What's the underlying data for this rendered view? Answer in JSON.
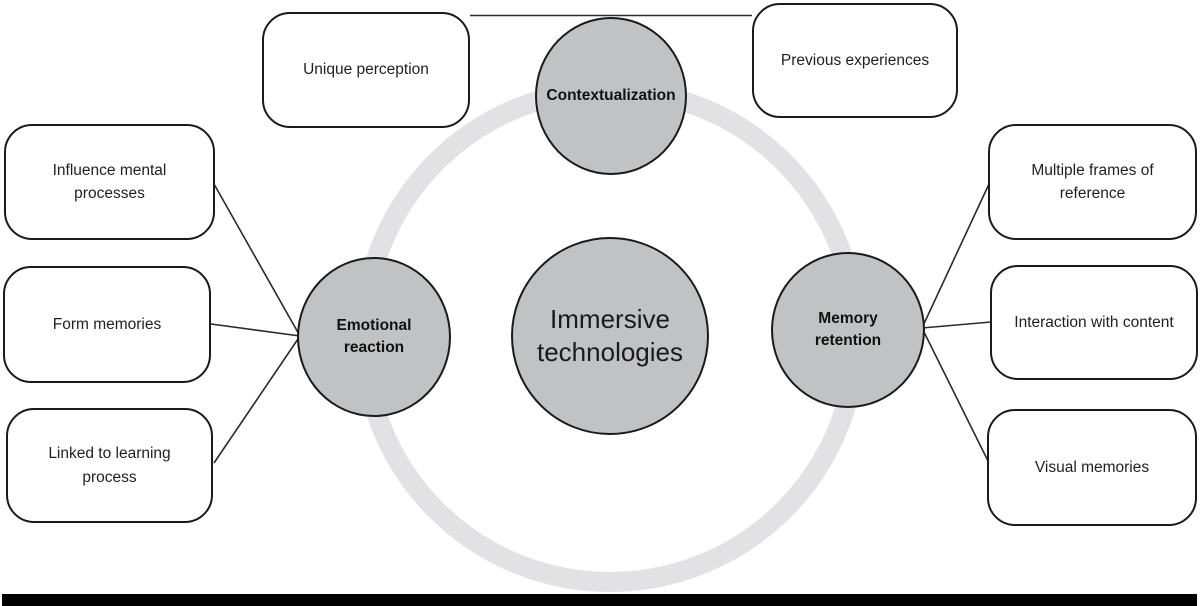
{
  "nodes": {
    "center": {
      "label": "Immersive technologies"
    },
    "contextualization": {
      "label": "Contextualization"
    },
    "emotional_reaction": {
      "label": "Emotional reaction"
    },
    "memory_retention": {
      "label": "Memory retention"
    }
  },
  "boxes": {
    "unique_perception": {
      "label": "Unique perception"
    },
    "previous_experiences": {
      "label": "Previous experiences"
    },
    "influence_mental": {
      "label": "Influence mental processes"
    },
    "form_memories": {
      "label": "Form memories"
    },
    "linked_learning": {
      "label": "Linked to learning process"
    },
    "multiple_frames": {
      "label": "Multiple frames of reference"
    },
    "interaction_content": {
      "label": "Interaction with content"
    },
    "visual_memories": {
      "label": "Visual memories"
    }
  },
  "colors": {
    "hub_fill": "#c1c2c3",
    "hub_outline": "#1a1a1a",
    "box_fill": "#ffffff",
    "box_outline": "#1a1a1a",
    "ring": "#e2e2e4",
    "connector": "#2a2a2a",
    "text": "#1f1f1f",
    "bottom_bar": "#000000"
  }
}
